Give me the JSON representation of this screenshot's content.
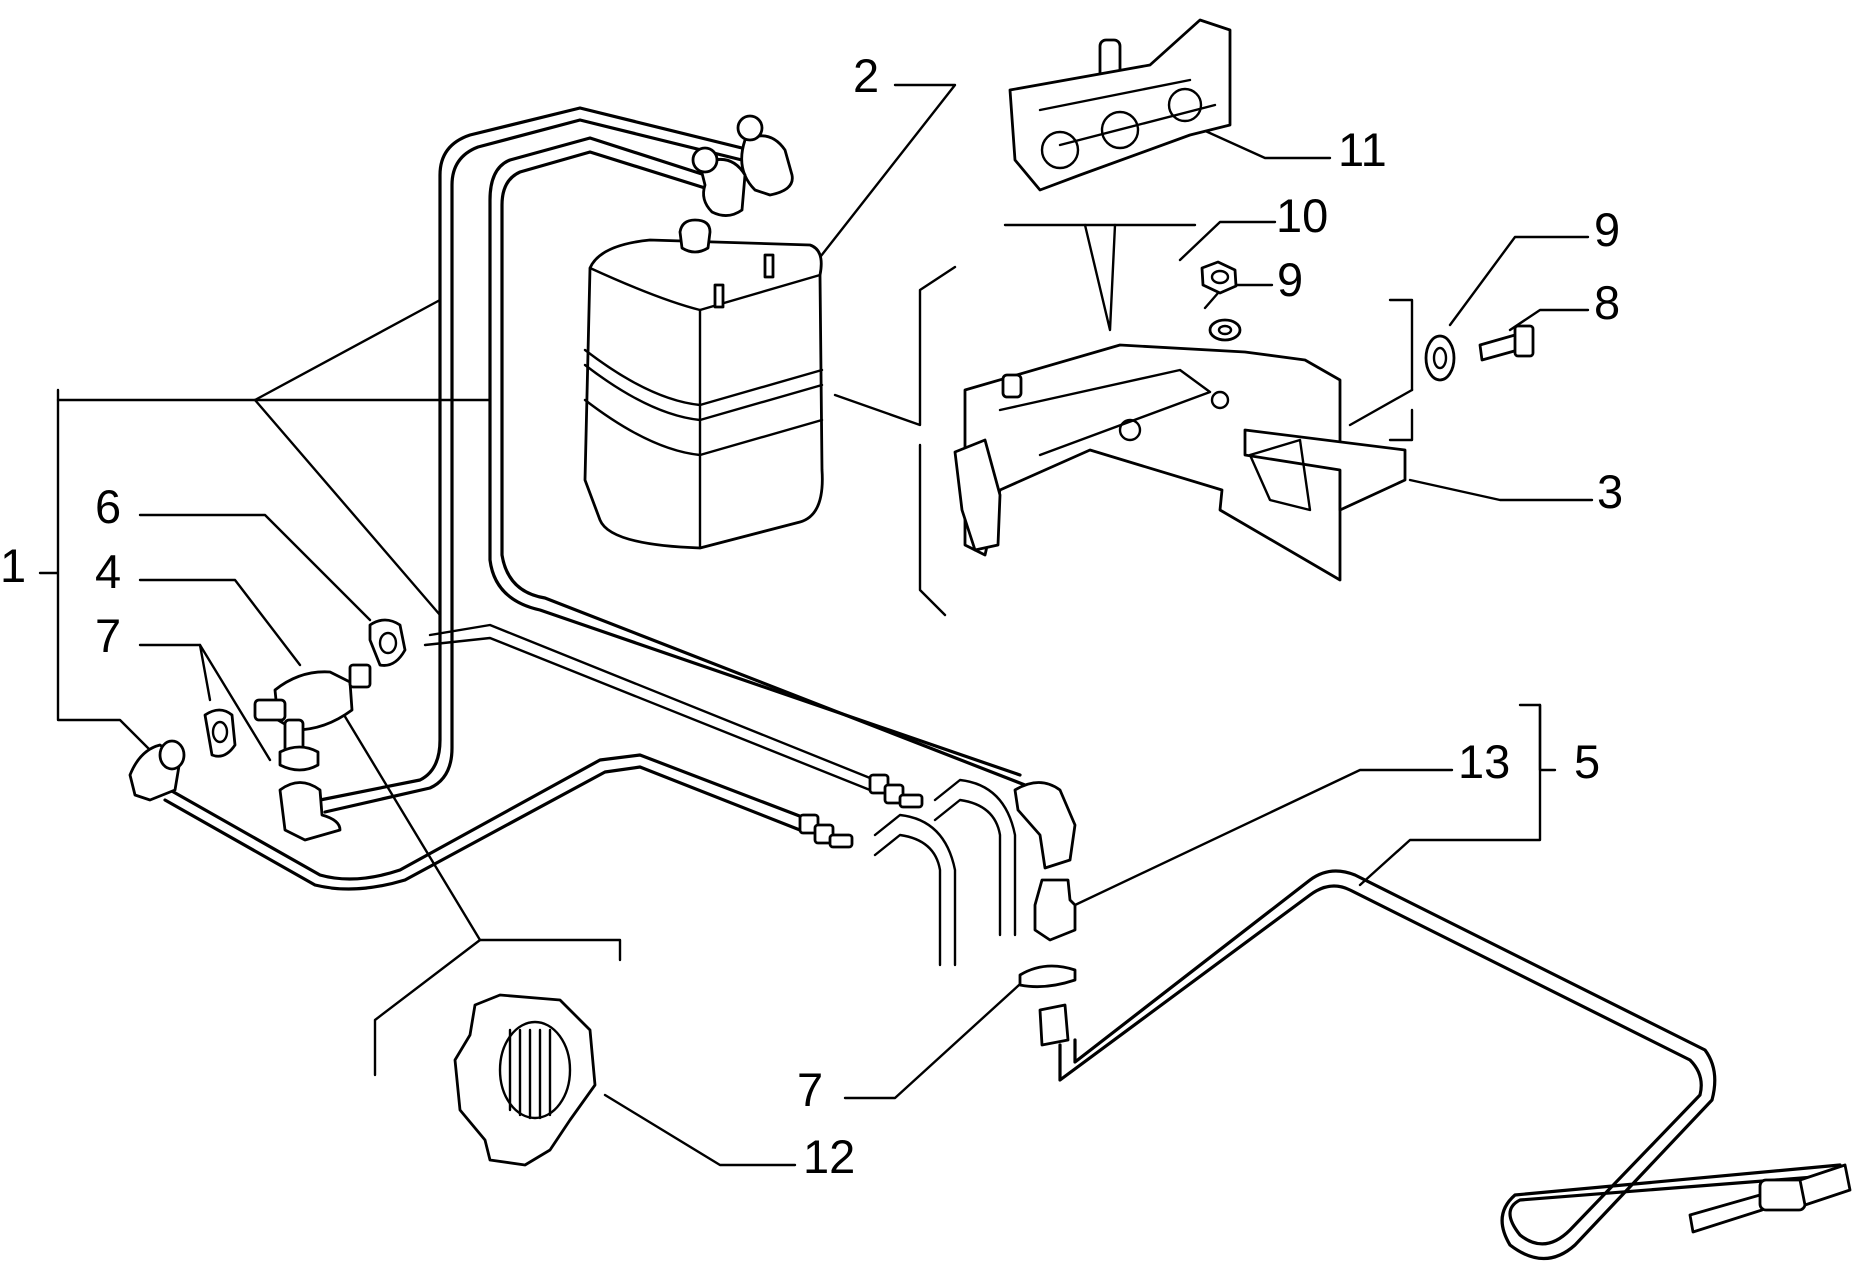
{
  "callouts": {
    "c1": "1",
    "c2": "2",
    "c3": "3",
    "c4": "4",
    "c5": "5",
    "c6": "6",
    "c7a": "7",
    "c7b": "7",
    "c8": "8",
    "c9a": "9",
    "c9b": "9",
    "c10": "10",
    "c11": "11",
    "c12": "12",
    "c13": "13"
  }
}
